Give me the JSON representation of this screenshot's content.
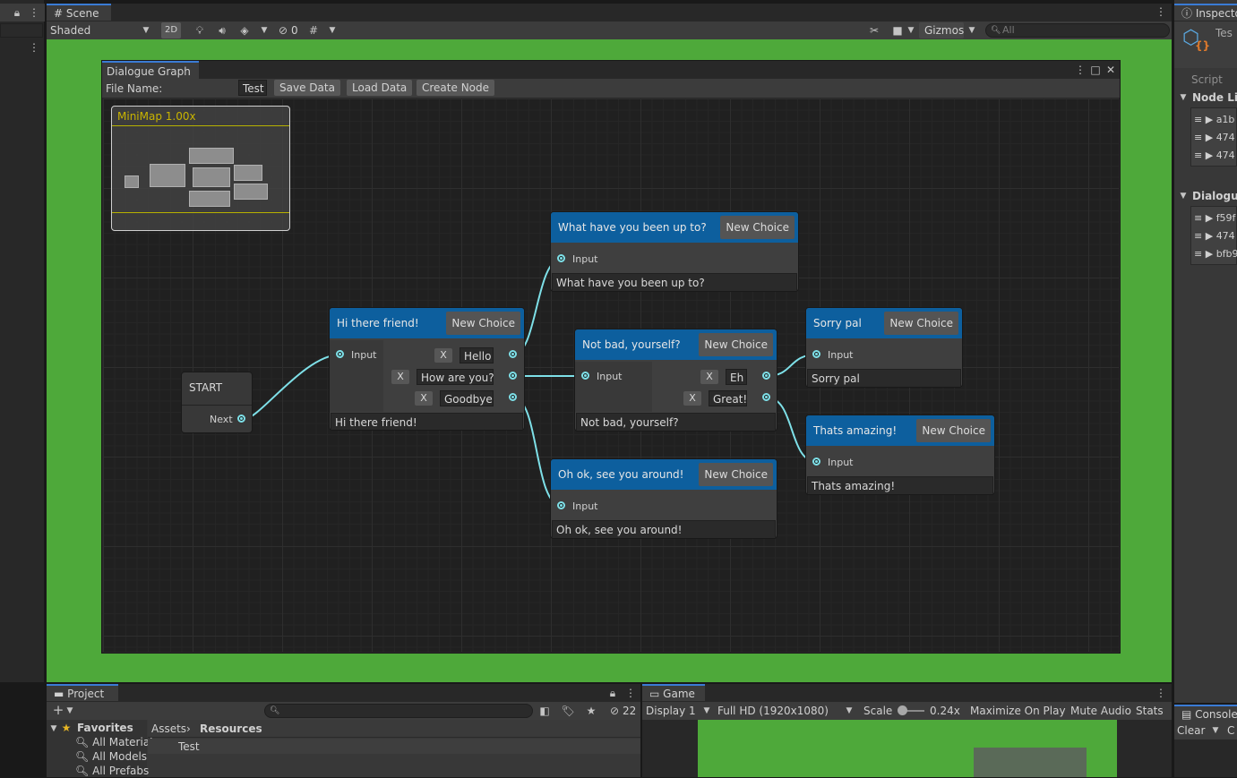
{
  "scene": {
    "tab_label": "Scene",
    "shading_mode": "Shaded",
    "mode_2d": "2D",
    "hidden_count": "0",
    "gizmos_label": "Gizmos",
    "search_placeholder": "All"
  },
  "inspector": {
    "tab_label": "Inspecto",
    "object_name": "Tes",
    "script_label": "Script",
    "node_links_label": "Node Lin",
    "node_links": [
      "a1b",
      "474",
      "474"
    ],
    "dialogue_label": "Dialogue",
    "dialogue_items": [
      "f59f",
      "474",
      "bfb9"
    ]
  },
  "graph": {
    "title": "Dialogue Graph",
    "file_name_label": "File Name:",
    "file_name_value": "Test",
    "save_label": "Save Data",
    "load_label": "Load Data",
    "create_label": "Create Node",
    "minimap_label": "MiniMap  1.00x",
    "new_choice_label": "New Choice",
    "input_label": "Input",
    "x_label": "X",
    "start": {
      "title": "START",
      "next_label": "Next"
    },
    "nodes": {
      "hi": {
        "title": "Hi there friend!",
        "text": "Hi there friend!",
        "choices": [
          "Hello",
          "How are you?",
          "Goodbye"
        ]
      },
      "what": {
        "title": "What have you been up to?",
        "text": "What have you been up to?"
      },
      "notbad": {
        "title": "Not bad, yourself?",
        "text": "Not bad, yourself?",
        "choices": [
          "Eh",
          "Great!"
        ]
      },
      "sorry": {
        "title": "Sorry pal",
        "text": "Sorry pal"
      },
      "amazing": {
        "title": "Thats amazing!",
        "text": "Thats amazing!"
      },
      "ok": {
        "title": "Oh ok, see you around!",
        "text": "Oh ok, see you around!"
      }
    }
  },
  "project": {
    "tab_label": "Project",
    "hidden_count": "22",
    "favorites_label": "Favorites",
    "favorites": [
      "All Material",
      "All Models",
      "All Prefabs"
    ],
    "breadcrumb_root": "Assets",
    "breadcrumb_current": "Resources",
    "asset_item": "Test"
  },
  "game": {
    "tab_label": "Game",
    "display": "Display 1",
    "resolution": "Full HD (1920x1080)",
    "scale_label": "Scale",
    "scale_value": "0.24x",
    "maximize_label": "Maximize On Play",
    "mute_label": "Mute Audio",
    "stats_label": "Stats"
  },
  "console": {
    "tab_label": "Console",
    "clear_label": "Clear",
    "collapse_label": "C"
  },
  "colors": {
    "accent": "#3a7bd5",
    "node_header": "#0d5f9e",
    "edge": "#7ee0e8",
    "scene_green": "#4ea93a"
  }
}
